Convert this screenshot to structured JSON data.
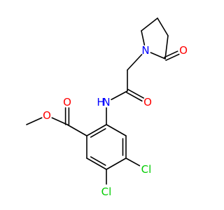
{
  "molecule": {
    "colors": {
      "bond": "#000000",
      "O": "#ff0000",
      "N": "#0000ff",
      "Cl": "#00cc00",
      "C": "#000000",
      "background": "#ffffff"
    },
    "atoms": [
      {
        "id": "C_me",
        "label": ""
      },
      {
        "id": "O_est",
        "label": "O"
      },
      {
        "id": "C_est",
        "label": ""
      },
      {
        "id": "O_co",
        "label": "O"
      },
      {
        "id": "R1",
        "label": ""
      },
      {
        "id": "R2",
        "label": ""
      },
      {
        "id": "R3",
        "label": ""
      },
      {
        "id": "R4",
        "label": ""
      },
      {
        "id": "R5",
        "label": ""
      },
      {
        "id": "R6",
        "label": ""
      },
      {
        "id": "Cl4",
        "label": "Cl"
      },
      {
        "id": "Cl5",
        "label": "Cl"
      },
      {
        "id": "N_am",
        "label": "N"
      },
      {
        "id": "H_am",
        "label": "H"
      },
      {
        "id": "C_amco",
        "label": ""
      },
      {
        "id": "O_am",
        "label": "O"
      },
      {
        "id": "C_ch2",
        "label": ""
      },
      {
        "id": "N_py",
        "label": "N"
      },
      {
        "id": "P2",
        "label": ""
      },
      {
        "id": "O_py",
        "label": "O"
      },
      {
        "id": "P3",
        "label": ""
      },
      {
        "id": "P4",
        "label": ""
      },
      {
        "id": "P5",
        "label": ""
      }
    ],
    "bonds": [
      {
        "a": "C_me",
        "b": "O_est",
        "order": 1
      },
      {
        "a": "O_est",
        "b": "C_est",
        "order": 1
      },
      {
        "a": "C_est",
        "b": "O_co",
        "order": 2
      },
      {
        "a": "C_est",
        "b": "R1",
        "order": 1
      },
      {
        "a": "R1",
        "b": "R2",
        "order": 2
      },
      {
        "a": "R2",
        "b": "R3",
        "order": 1
      },
      {
        "a": "R3",
        "b": "R4",
        "order": 2
      },
      {
        "a": "R4",
        "b": "R5",
        "order": 1
      },
      {
        "a": "R5",
        "b": "R6",
        "order": 2
      },
      {
        "a": "R6",
        "b": "R1",
        "order": 1
      },
      {
        "a": "R4",
        "b": "Cl4",
        "order": 1
      },
      {
        "a": "R5",
        "b": "Cl5",
        "order": 1
      },
      {
        "a": "R2",
        "b": "N_am",
        "order": 1
      },
      {
        "a": "N_am",
        "b": "C_amco",
        "order": 1
      },
      {
        "a": "C_amco",
        "b": "O_am",
        "order": 2
      },
      {
        "a": "C_amco",
        "b": "C_ch2",
        "order": 1
      },
      {
        "a": "C_ch2",
        "b": "N_py",
        "order": 1
      },
      {
        "a": "N_py",
        "b": "P2",
        "order": 1
      },
      {
        "a": "P2",
        "b": "O_py",
        "order": 2
      },
      {
        "a": "P2",
        "b": "P3",
        "order": 1
      },
      {
        "a": "P3",
        "b": "P4",
        "order": 1
      },
      {
        "a": "P4",
        "b": "P5",
        "order": 1
      },
      {
        "a": "P5",
        "b": "N_py",
        "order": 1
      }
    ]
  }
}
